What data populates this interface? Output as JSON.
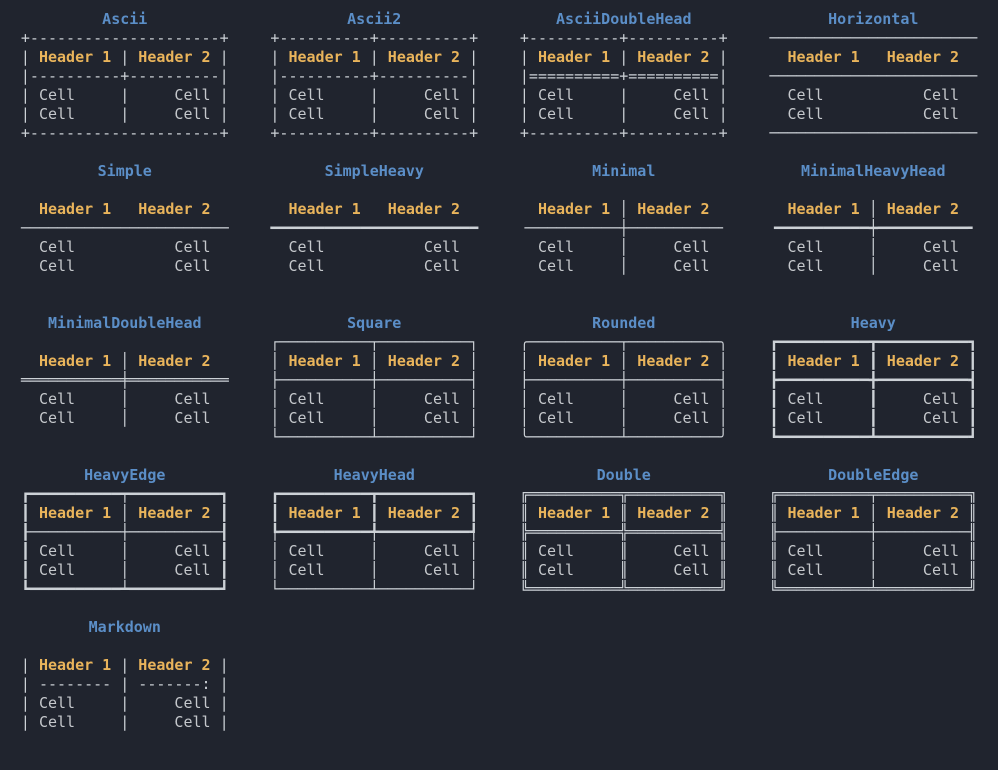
{
  "colors": {
    "background": "#20242e",
    "title": "#5b8ec7",
    "header": "#e9b45b",
    "cell": "#c5c8cc",
    "border": "#ccd1d6"
  },
  "highlight": {
    "header_words": [
      "Header 1",
      "Header 2"
    ],
    "cell_word": "Cell"
  },
  "tables": [
    {
      "name": "ascii",
      "title": "Ascii",
      "lines": [
        "+---------------------+",
        "| Header 1 | Header 2 |",
        "|----------+----------|",
        "| Cell     |     Cell |",
        "| Cell     |     Cell |",
        "+---------------------+"
      ]
    },
    {
      "name": "ascii2",
      "title": "Ascii2",
      "lines": [
        "+----------+----------+",
        "| Header 1 | Header 2 |",
        "|----------+----------|",
        "| Cell     |     Cell |",
        "| Cell     |     Cell |",
        "+----------+----------+"
      ]
    },
    {
      "name": "ascii-double-head",
      "title": "AsciiDoubleHead",
      "lines": [
        "+----------+----------+",
        "| Header 1 | Header 2 |",
        "|==========+==========|",
        "| Cell     |     Cell |",
        "| Cell     |     Cell |",
        "+----------+----------+"
      ]
    },
    {
      "name": "horizontal",
      "title": "Horizontal",
      "lines": [
        "───────────────────────",
        "  Header 1   Header 2  ",
        "───────────────────────",
        "  Cell           Cell  ",
        "  Cell           Cell  ",
        "───────────────────────"
      ]
    },
    {
      "name": "simple",
      "title": "Simple",
      "lines": [
        "",
        "  Header 1   Header 2  ",
        "───────────────────────",
        "  Cell           Cell  ",
        "  Cell           Cell  ",
        ""
      ]
    },
    {
      "name": "simple-heavy",
      "title": "SimpleHeavy",
      "lines": [
        "",
        "  Header 1   Header 2  ",
        "━━━━━━━━━━━━━━━━━━━━━━━",
        "  Cell           Cell  ",
        "  Cell           Cell  ",
        ""
      ]
    },
    {
      "name": "minimal",
      "title": "Minimal",
      "lines": [
        "",
        "  Header 1 │ Header 2  ",
        "╶──────────┼──────────╴",
        "  Cell     │     Cell  ",
        "  Cell     │     Cell  ",
        ""
      ]
    },
    {
      "name": "minimal-heavy-head",
      "title": "MinimalHeavyHead",
      "lines": [
        "",
        "  Header 1 │ Header 2  ",
        "╺━━━━━━━━━━┿━━━━━━━━━━╸",
        "  Cell     │     Cell  ",
        "  Cell     │     Cell  ",
        ""
      ]
    },
    {
      "name": "minimal-double-head",
      "title": "MinimalDoubleHead",
      "lines": [
        "",
        "  Header 1 │ Header 2  ",
        "═══════════╪═══════════",
        "  Cell     │     Cell  ",
        "  Cell     │     Cell  ",
        ""
      ]
    },
    {
      "name": "square",
      "title": "Square",
      "lines": [
        "┌──────────┬──────────┐",
        "│ Header 1 │ Header 2 │",
        "├──────────┼──────────┤",
        "│ Cell     │     Cell │",
        "│ Cell     │     Cell │",
        "└──────────┴──────────┘"
      ]
    },
    {
      "name": "rounded",
      "title": "Rounded",
      "lines": [
        "╭──────────┬──────────╮",
        "│ Header 1 │ Header 2 │",
        "├──────────┼──────────┤",
        "│ Cell     │     Cell │",
        "│ Cell     │     Cell │",
        "╰──────────┴──────────╯"
      ]
    },
    {
      "name": "heavy",
      "title": "Heavy",
      "lines": [
        "┏━━━━━━━━━━┳━━━━━━━━━━┓",
        "┃ Header 1 ┃ Header 2 ┃",
        "┣━━━━━━━━━━╋━━━━━━━━━━┫",
        "┃ Cell     ┃     Cell ┃",
        "┃ Cell     ┃     Cell ┃",
        "┗━━━━━━━━━━┻━━━━━━━━━━┛"
      ]
    },
    {
      "name": "heavy-edge",
      "title": "HeavyEdge",
      "lines": [
        "┏━━━━━━━━━━┯━━━━━━━━━━┓",
        "┃ Header 1 │ Header 2 ┃",
        "┠──────────┼──────────┨",
        "┃ Cell     │     Cell ┃",
        "┃ Cell     │     Cell ┃",
        "┗━━━━━━━━━━┷━━━━━━━━━━┛"
      ]
    },
    {
      "name": "heavy-head",
      "title": "HeavyHead",
      "lines": [
        "┏━━━━━━━━━━┳━━━━━━━━━━┓",
        "┃ Header 1 ┃ Header 2 ┃",
        "┡━━━━━━━━━━╇━━━━━━━━━━┩",
        "│ Cell     │     Cell │",
        "│ Cell     │     Cell │",
        "└──────────┴──────────┘"
      ]
    },
    {
      "name": "double",
      "title": "Double",
      "lines": [
        "╔══════════╦══════════╗",
        "║ Header 1 ║ Header 2 ║",
        "╠══════════╬══════════╣",
        "║ Cell     ║     Cell ║",
        "║ Cell     ║     Cell ║",
        "╚══════════╩══════════╝"
      ]
    },
    {
      "name": "double-edge",
      "title": "DoubleEdge",
      "lines": [
        "╔══════════╤══════════╗",
        "║ Header 1 │ Header 2 ║",
        "╟──────────┼──────────╢",
        "║ Cell     │     Cell ║",
        "║ Cell     │     Cell ║",
        "╚══════════╧══════════╝"
      ]
    },
    {
      "name": "markdown",
      "title": "Markdown",
      "lines": [
        "",
        "| Header 1 | Header 2 |",
        "| -------- | -------: |",
        "| Cell     |     Cell |",
        "| Cell     |     Cell |",
        ""
      ]
    }
  ]
}
